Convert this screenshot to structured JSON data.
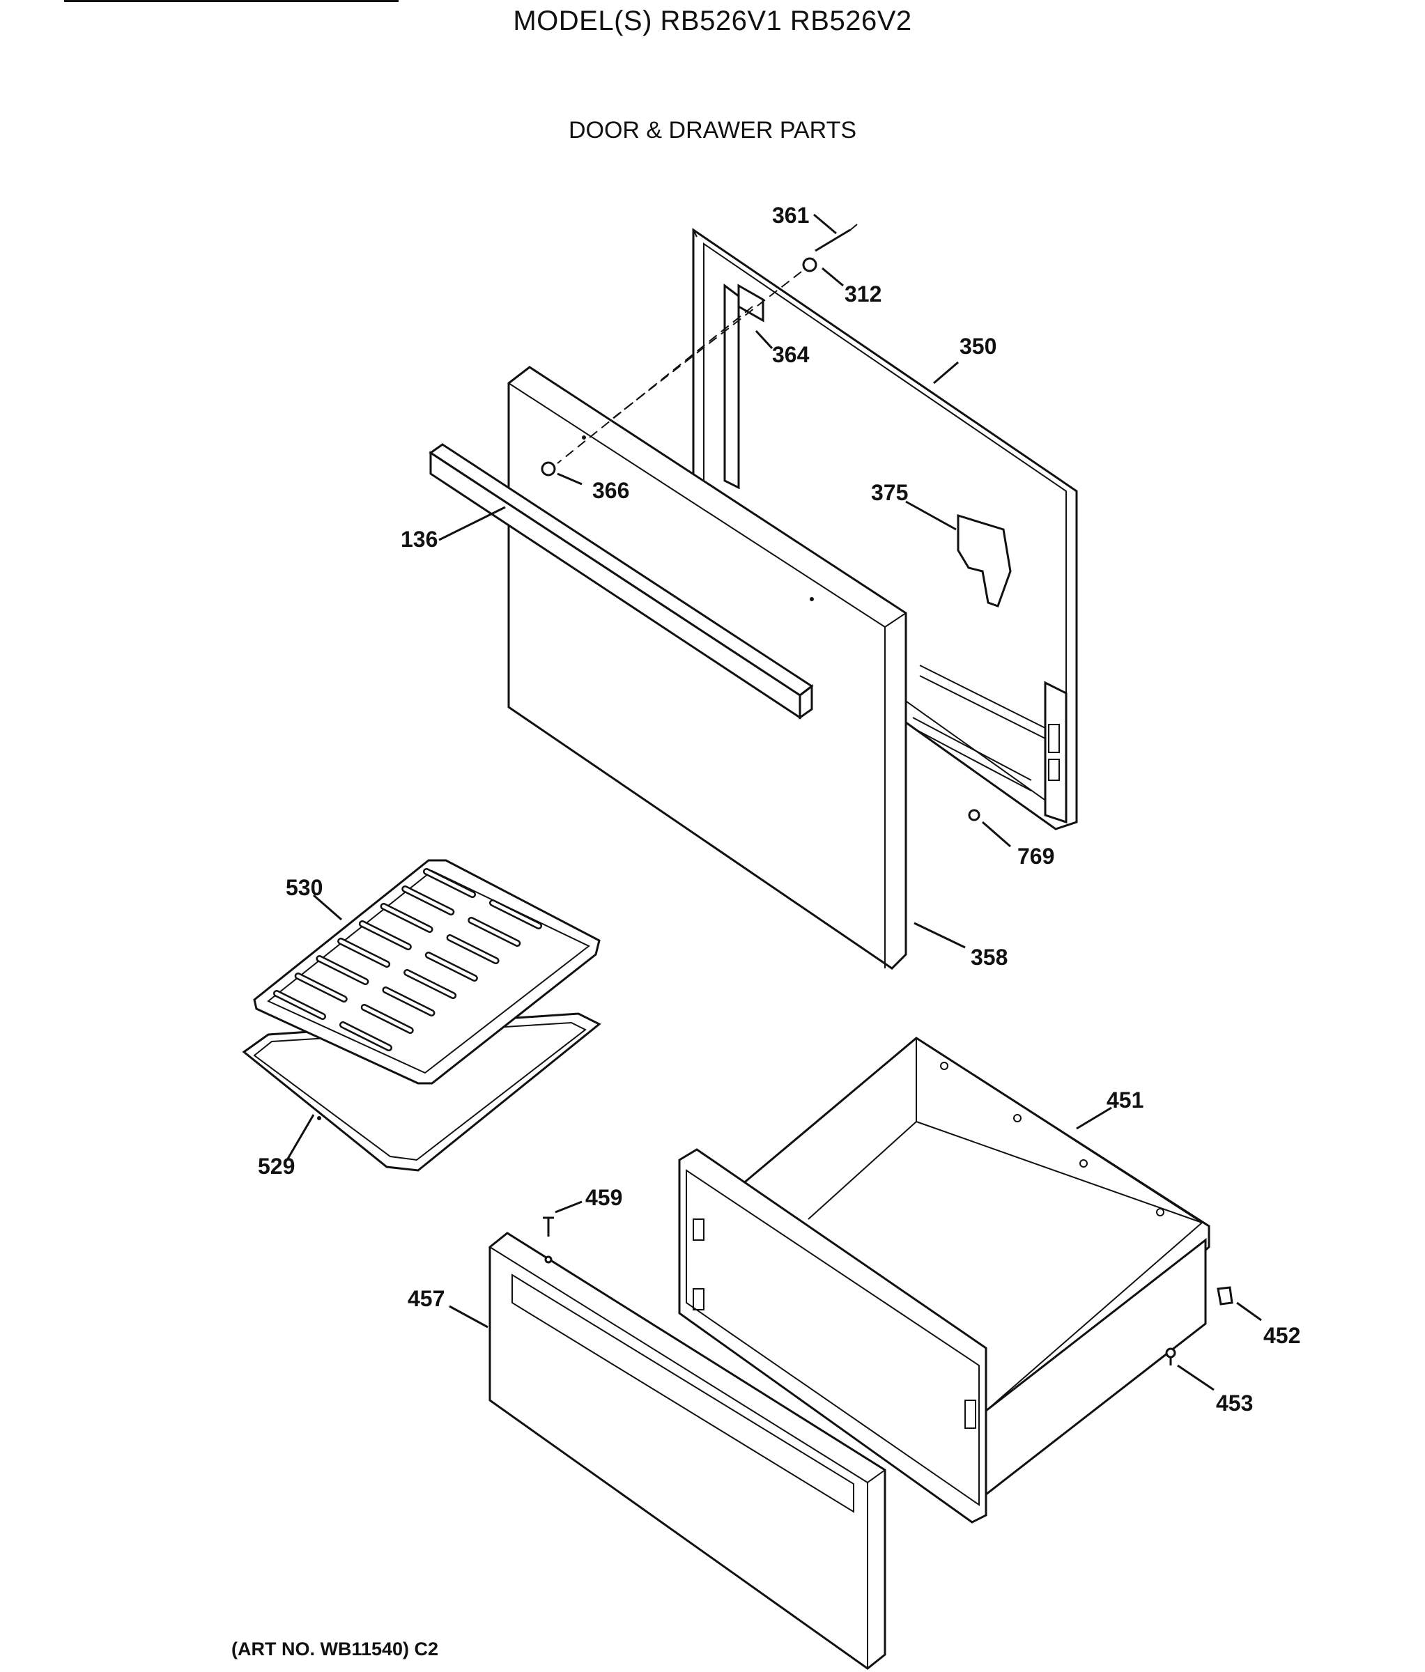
{
  "header": {
    "title": "MODEL(S) RB526V1  RB526V2",
    "subtitle": "DOOR & DRAWER PARTS"
  },
  "footer": {
    "art_number": "(ART NO. WB11540) C2"
  },
  "parts": {
    "p361": "361",
    "p312": "312",
    "p364": "364",
    "p350": "350",
    "p366": "366",
    "p136": "136",
    "p375": "375",
    "p769": "769",
    "p530": "530",
    "p358": "358",
    "p451": "451",
    "p529": "529",
    "p459": "459",
    "p457": "457",
    "p452": "452",
    "p453": "453"
  }
}
